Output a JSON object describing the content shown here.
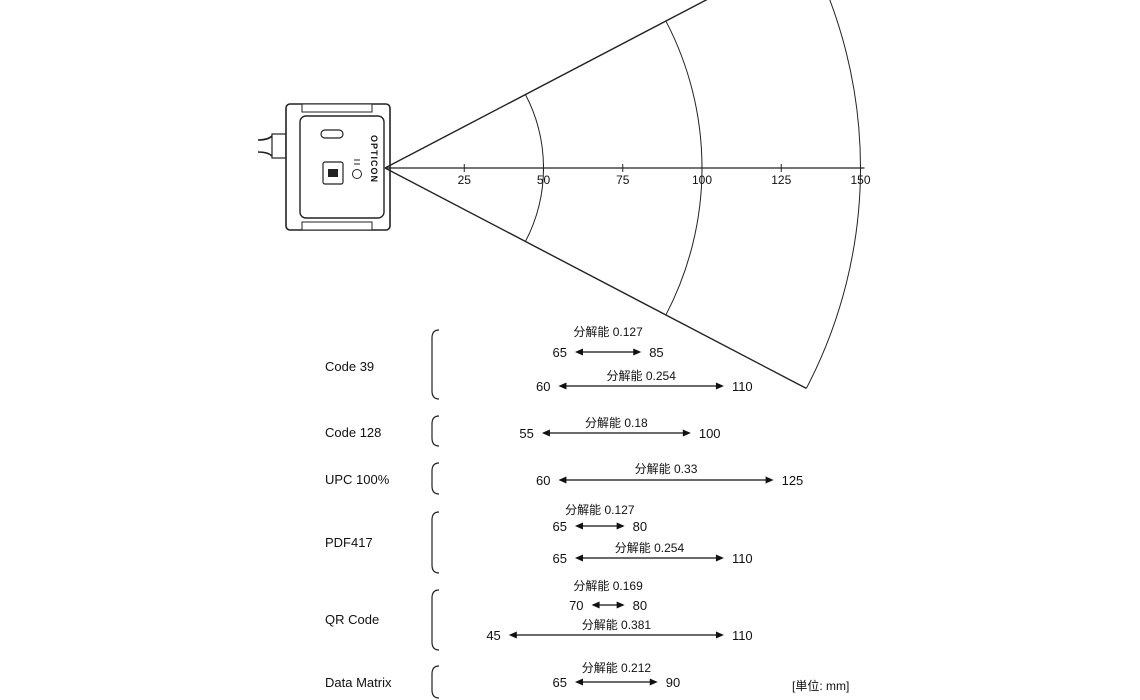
{
  "device": {
    "brand": "OPTICON"
  },
  "axis": {
    "ticks": [
      "25",
      "50",
      "75",
      "100",
      "125",
      "150"
    ],
    "tick_values": [
      25,
      50,
      75,
      100,
      125,
      150
    ],
    "range": [
      0,
      150
    ],
    "arcs_at": [
      50,
      100,
      150
    ]
  },
  "unit_label": "[単位: mm]",
  "symbologies": [
    {
      "name": "Code 39",
      "ranges": [
        {
          "resolution_label": "分解能 0.127",
          "min": "65",
          "max": "85",
          "min_value": 65,
          "max_value": 85
        },
        {
          "resolution_label": "分解能 0.254",
          "min": "60",
          "max": "110",
          "min_value": 60,
          "max_value": 110
        }
      ]
    },
    {
      "name": "Code 128",
      "ranges": [
        {
          "resolution_label": "分解能 0.18",
          "min": "55",
          "max": "100",
          "min_value": 55,
          "max_value": 100
        }
      ]
    },
    {
      "name": "UPC 100%",
      "ranges": [
        {
          "resolution_label": "分解能 0.33",
          "min": "60",
          "max": "125",
          "min_value": 60,
          "max_value": 125
        }
      ]
    },
    {
      "name": "PDF417",
      "ranges": [
        {
          "resolution_label": "分解能 0.127",
          "min": "65",
          "max": "80",
          "min_value": 65,
          "max_value": 80
        },
        {
          "resolution_label": "分解能 0.254",
          "min": "65",
          "max": "110",
          "min_value": 65,
          "max_value": 110
        }
      ]
    },
    {
      "name": "QR Code",
      "ranges": [
        {
          "resolution_label": "分解能 0.169",
          "min": "70",
          "max": "80",
          "min_value": 70,
          "max_value": 80
        },
        {
          "resolution_label": "分解能 0.381",
          "min": "45",
          "max": "110",
          "min_value": 45,
          "max_value": 110
        }
      ]
    },
    {
      "name": "Data Matrix",
      "ranges": [
        {
          "resolution_label": "分解能 0.212",
          "min": "65",
          "max": "90",
          "min_value": 65,
          "max_value": 90
        }
      ]
    }
  ]
}
